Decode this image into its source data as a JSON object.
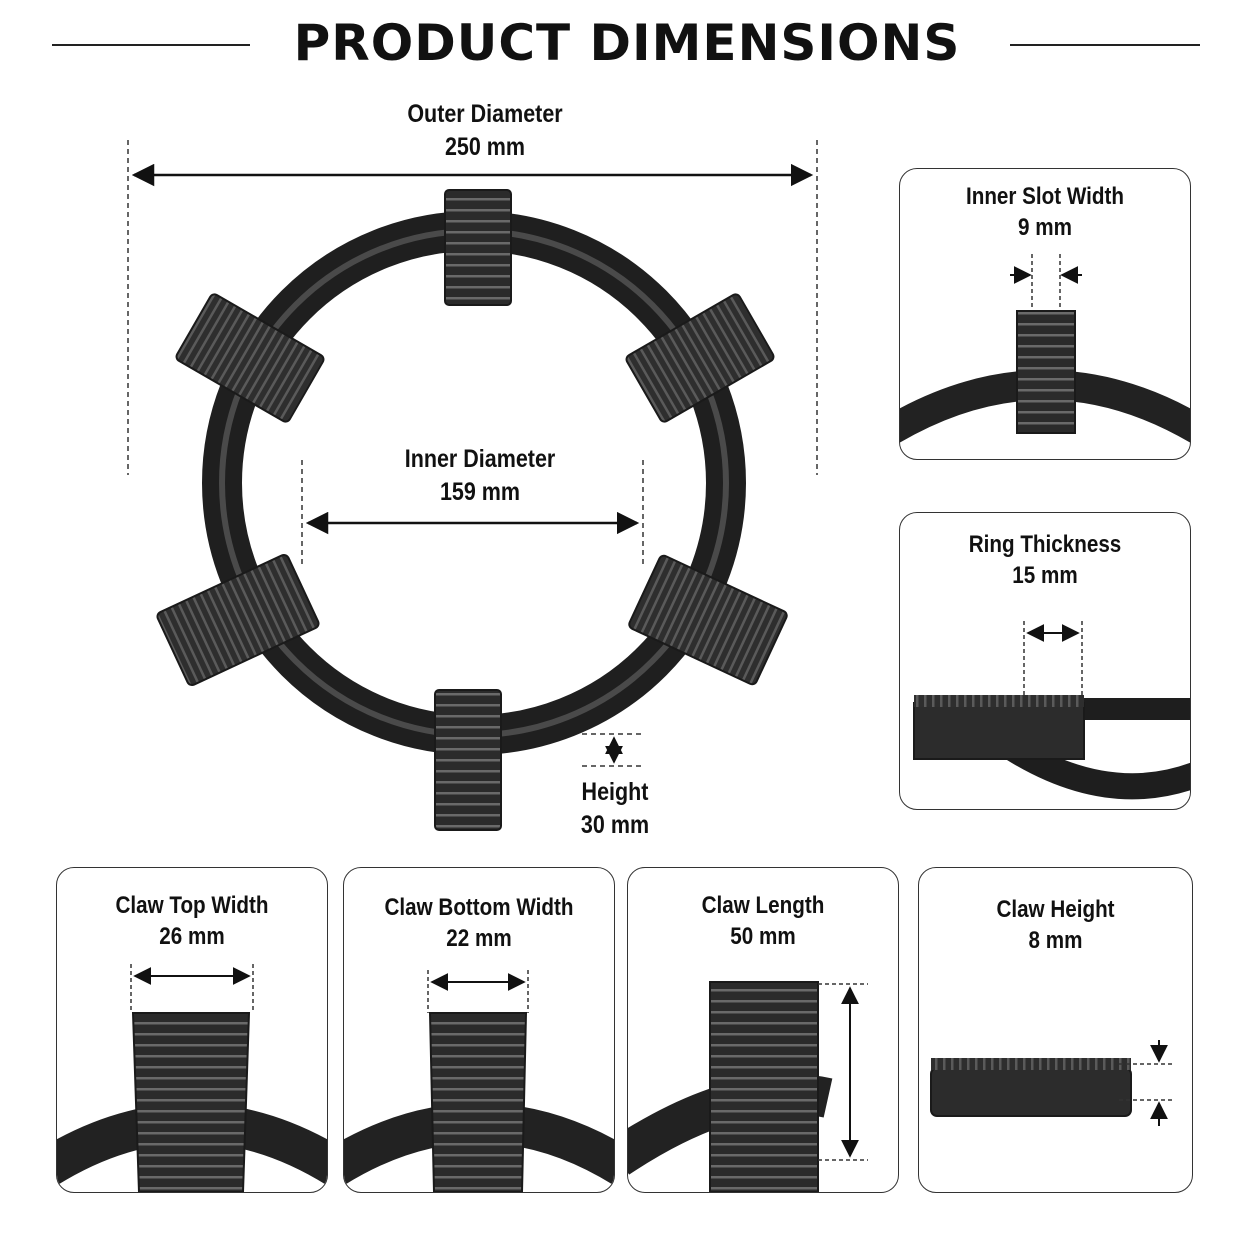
{
  "title": "PRODUCT DIMENSIONS",
  "colors": {
    "metal": "#2e2e2e",
    "metal_light": "#555555",
    "line": "#111111"
  },
  "main": {
    "outer": {
      "label": "Outer Diameter",
      "value": "250 mm"
    },
    "inner": {
      "label": "Inner Diameter",
      "value": "159 mm"
    },
    "height": {
      "label": "Height",
      "value": "30 mm"
    }
  },
  "panels": {
    "slot": {
      "label": "Inner Slot Width",
      "value": "9 mm"
    },
    "thickness": {
      "label": "Ring Thickness",
      "value": "15 mm"
    },
    "claw_top": {
      "label": "Claw Top Width",
      "value": "26 mm"
    },
    "claw_bottom": {
      "label": "Claw Bottom Width",
      "value": "22 mm"
    },
    "claw_length": {
      "label": "Claw Length",
      "value": "50 mm"
    },
    "claw_height": {
      "label": "Claw Height",
      "value": "8 mm"
    }
  }
}
